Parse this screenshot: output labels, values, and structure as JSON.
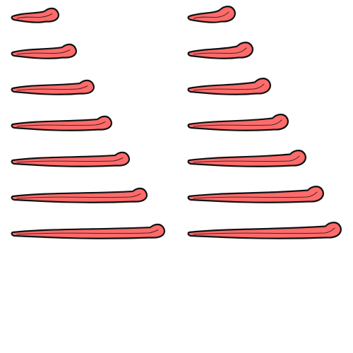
{
  "colors": {
    "fill": "#ff6b6b",
    "outline": "#111111",
    "groove": "#2a1414",
    "background": "#ffffff"
  },
  "sprites": {
    "left_column": {
      "icon": "tongue-icon",
      "variant": "curled-tip",
      "frames": 7
    },
    "right_column": {
      "icon": "tongue-icon",
      "variant": "hooked-tip",
      "frames": 7
    }
  }
}
